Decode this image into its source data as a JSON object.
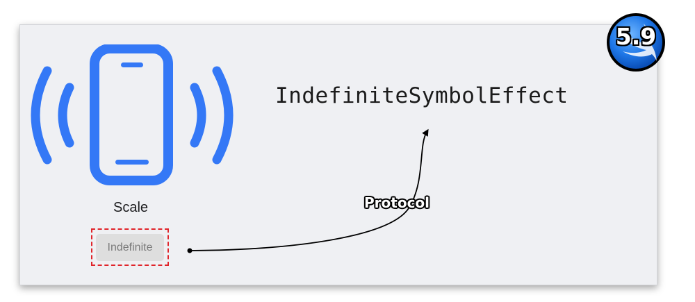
{
  "symbol": {
    "icon": "iphone-radiowaves-icon",
    "caption": "Scale"
  },
  "control": {
    "button_label": "Indefinite"
  },
  "code": {
    "type_name": "IndefiniteSymbolEffect"
  },
  "annotation": {
    "arrow_label": "Protocol"
  },
  "badge": {
    "icon": "swift-logo-icon",
    "version": "5.9"
  },
  "colors": {
    "accent": "#3478f6",
    "panel_background": "#eff0f3",
    "highlight_border": "#e0242a",
    "badge_blue": "#1f78e8"
  }
}
